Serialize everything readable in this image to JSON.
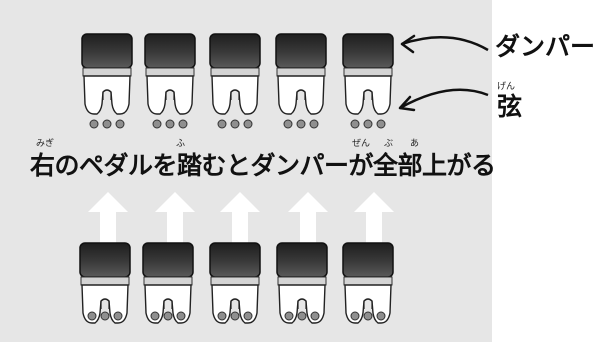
{
  "labels": {
    "damper": "ダンパー",
    "string": "弦",
    "string_ruby": "げん"
  },
  "caption": {
    "text": "右のペダルを踏むとダンパーが全部上がる",
    "ruby_migi": "みぎ",
    "ruby_fu": "ふ",
    "ruby_zen": "ぜん",
    "ruby_bu": "ぶ",
    "ruby_a": "あ"
  },
  "diagram": {
    "top_row_state": "raised",
    "bottom_row_state": "resting",
    "dampers_per_row": 5,
    "arrows": 5,
    "colors": {
      "panel": "#e6e6e6",
      "damper_dark": "#2f2f2f",
      "string_dot": "#8f8f8f",
      "arrow": "#ffffff"
    }
  }
}
